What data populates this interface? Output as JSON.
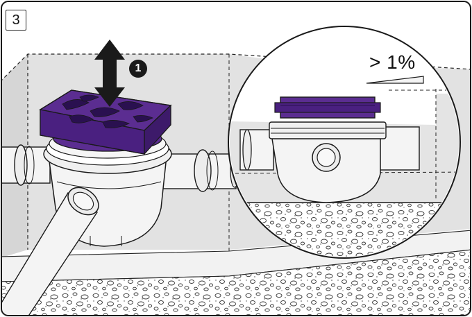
{
  "step_number": "3",
  "callout_number": "1",
  "slope_label": "> 1%",
  "colors": {
    "grate_purple": "#5b2d91",
    "grate_purple_dark": "#3d1a6a",
    "wall_gray": "#e4e4e4",
    "wall_gray_dark": "#d2d2d2",
    "pipe_white": "#f4f4f4",
    "outline": "#1a1a1a"
  },
  "icons": [
    "up-down-arrow-icon",
    "numbered-callout-icon",
    "slope-indicator-icon"
  ]
}
